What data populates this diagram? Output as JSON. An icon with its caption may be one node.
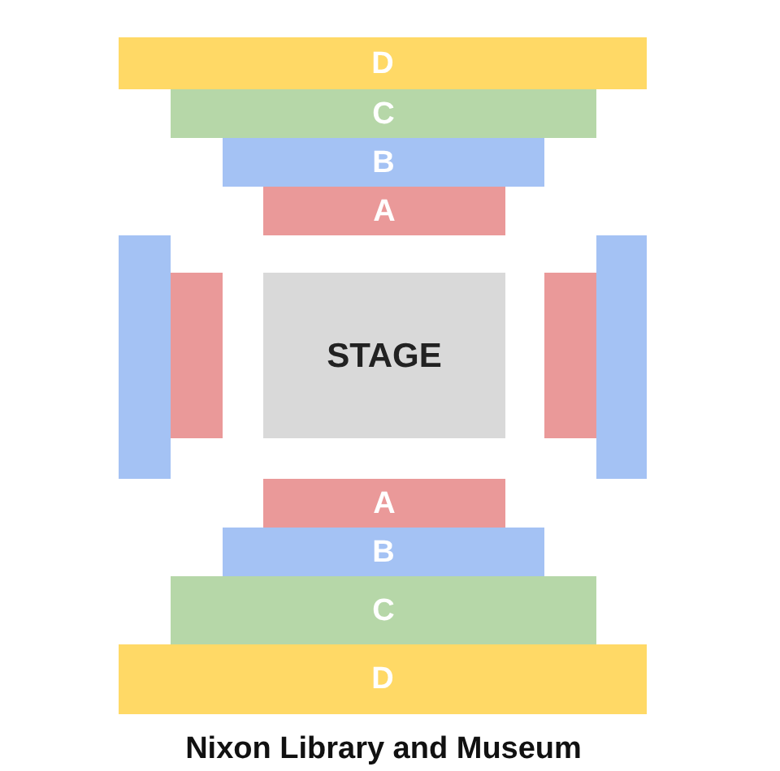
{
  "diagram": {
    "caption": "Nixon Library and Museum",
    "nodes": [
      {
        "text": [
          "D"
        ]
      },
      {
        "text": [
          "C"
        ]
      },
      {
        "text": [
          "B"
        ]
      },
      {
        "text": [
          "A"
        ]
      },
      {
        "text": [],
        "shape": "bar"
      },
      {
        "text": [],
        "shape": "bar"
      },
      {
        "text": [
          "STAGE"
        ]
      },
      {
        "text": [],
        "shape": "bar"
      },
      {
        "text": [],
        "shape": "bar"
      },
      {
        "text": [
          "A"
        ]
      },
      {
        "text": [
          "B"
        ]
      },
      {
        "text": [
          "C"
        ]
      },
      {
        "text": [
          "D"
        ]
      }
    ]
  }
}
